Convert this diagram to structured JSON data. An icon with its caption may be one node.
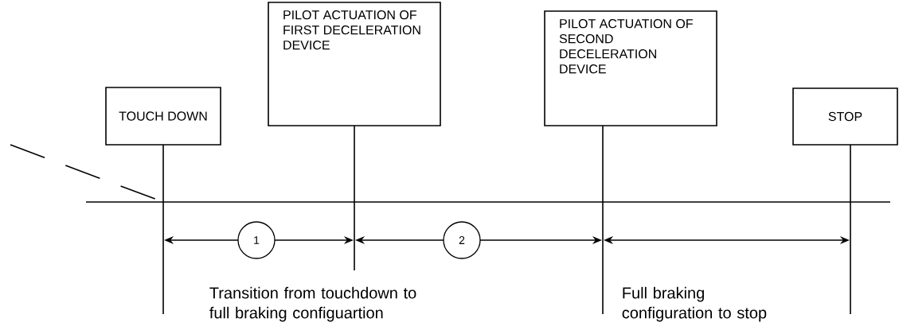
{
  "diagram": {
    "nodes": [
      {
        "text": [
          "TOUCH DOWN"
        ]
      },
      {
        "text": [
          "PILOT ACTUATION OF FIRST DECELERATION DEVICE"
        ]
      },
      {
        "text": [
          "PILOT ACTUATION OF SECOND DECELERATION DEVICE"
        ]
      },
      {
        "text": [
          "STOP"
        ]
      },
      {
        "text": [
          "1"
        ]
      },
      {
        "text": [
          "2"
        ]
      }
    ],
    "labels": [
      "Transition from touchdown to full braking configuartion",
      "Full braking configuration to stop"
    ]
  }
}
